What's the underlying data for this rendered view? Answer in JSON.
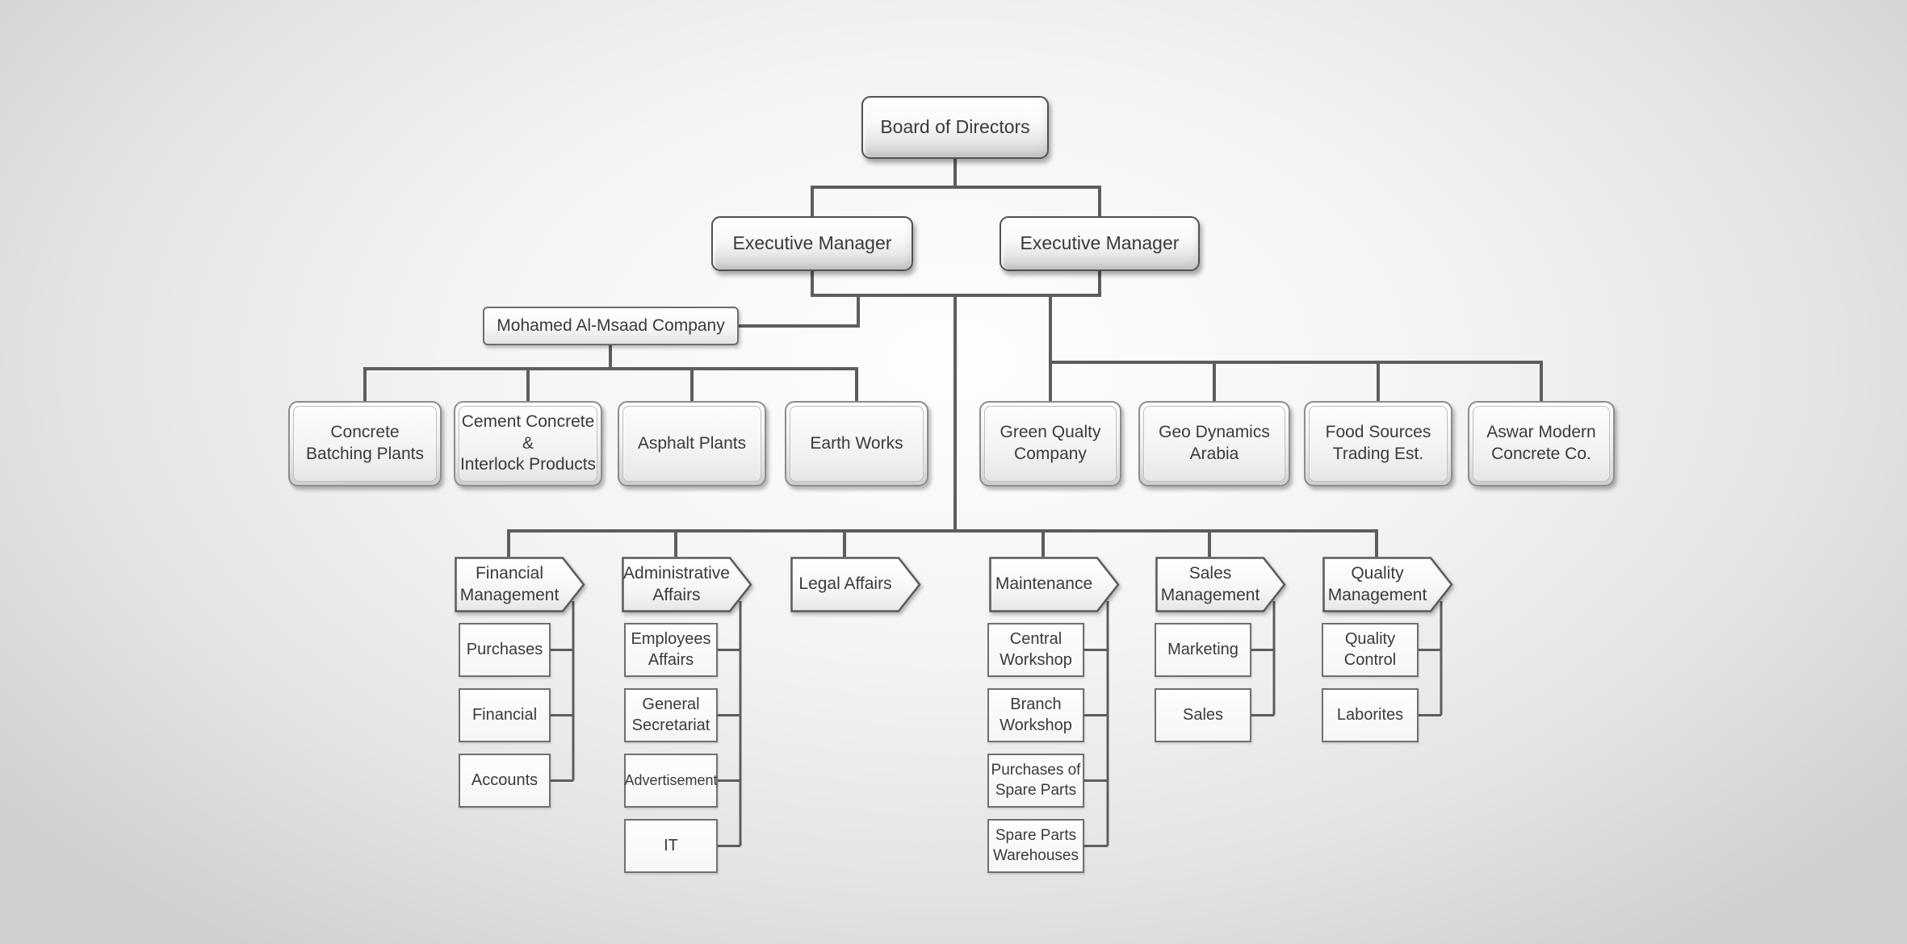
{
  "org": {
    "root": {
      "label": "Board of Directors"
    },
    "executives": [
      {
        "label": "Executive Manager"
      },
      {
        "label": "Executive Manager"
      }
    ],
    "holding": {
      "label": "Mohamed Al-Msaad Company"
    },
    "left_companies": [
      {
        "label": "Concrete\nBatching Plants"
      },
      {
        "label": "Cement Concrete\n&\nInterlock Products"
      },
      {
        "label": "Asphalt Plants"
      },
      {
        "label": "Earth Works"
      }
    ],
    "right_companies": [
      {
        "label": "Green Qualty\nCompany"
      },
      {
        "label": "Geo Dynamics\nArabia"
      },
      {
        "label": "Food Sources\nTrading Est."
      },
      {
        "label": "Aswar Modern\nConcrete Co."
      }
    ],
    "departments": [
      {
        "label": "Financial\nManagement",
        "units": [
          {
            "label": "Purchases"
          },
          {
            "label": "Financial"
          },
          {
            "label": "Accounts"
          }
        ]
      },
      {
        "label": "Administrative\nAffairs",
        "units": [
          {
            "label": "Employees\nAffairs"
          },
          {
            "label": "General\nSecretariat"
          },
          {
            "label": "Advertisement"
          },
          {
            "label": "IT"
          }
        ]
      },
      {
        "label": "Legal Affairs",
        "units": []
      },
      {
        "label": "Maintenance",
        "units": [
          {
            "label": "Central\nWorkshop"
          },
          {
            "label": "Branch\nWorkshop"
          },
          {
            "label": "Purchases of\nSpare Parts"
          },
          {
            "label": "Spare Parts\nWarehouses"
          }
        ]
      },
      {
        "label": "Sales\nManagement",
        "units": [
          {
            "label": "Marketing"
          },
          {
            "label": "Sales"
          }
        ]
      },
      {
        "label": "Quality\nManagement",
        "units": [
          {
            "label": "Quality\nControl"
          },
          {
            "label": "Laborites"
          }
        ]
      }
    ]
  },
  "colors": {
    "line": "#5d5d5d",
    "box_border": "#525252",
    "text": "#3a3a3a",
    "background_center": "#fefefe",
    "background_edge": "#d0d0d0"
  }
}
